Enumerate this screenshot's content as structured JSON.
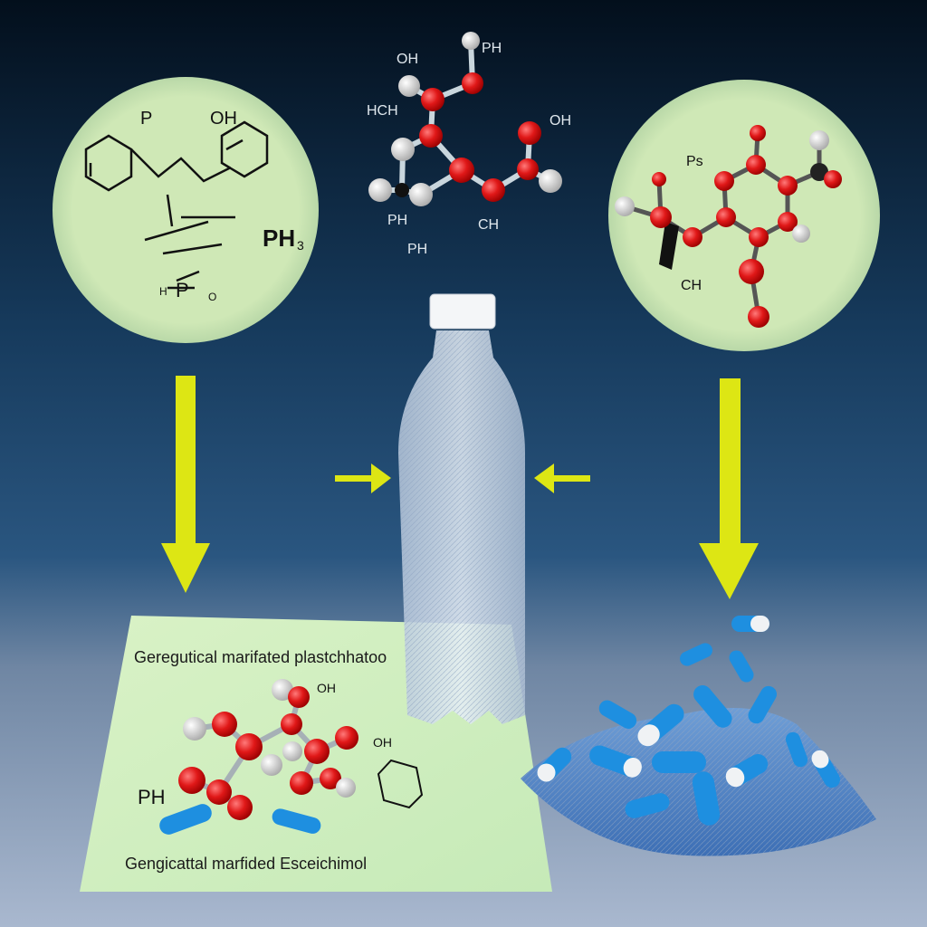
{
  "colors": {
    "background_top": "#041424",
    "background_mid": "#1d4a73",
    "floor": "#9fb0c8",
    "circle": "#cde6b4",
    "arrow": "#dde614",
    "atom_red": "#e01818",
    "atom_white": "#e6e6e6",
    "capsule_blue": "#1e8fe0"
  },
  "left_circle": {
    "labels": [
      "P",
      "OH",
      "PH",
      "3",
      "H",
      "P",
      "O"
    ]
  },
  "top_molecule": {
    "labels": [
      "OH",
      "PH",
      "HCH",
      "OH",
      "PH",
      "CH",
      "PH"
    ]
  },
  "right_circle": {
    "labels": [
      "Ps",
      "CH"
    ]
  },
  "paper": {
    "title": "Geregutical marifated plastchhatoo",
    "caption": "Gengicattal marfided Esceichimol",
    "labels": [
      "OH",
      "OH",
      "PH"
    ]
  }
}
